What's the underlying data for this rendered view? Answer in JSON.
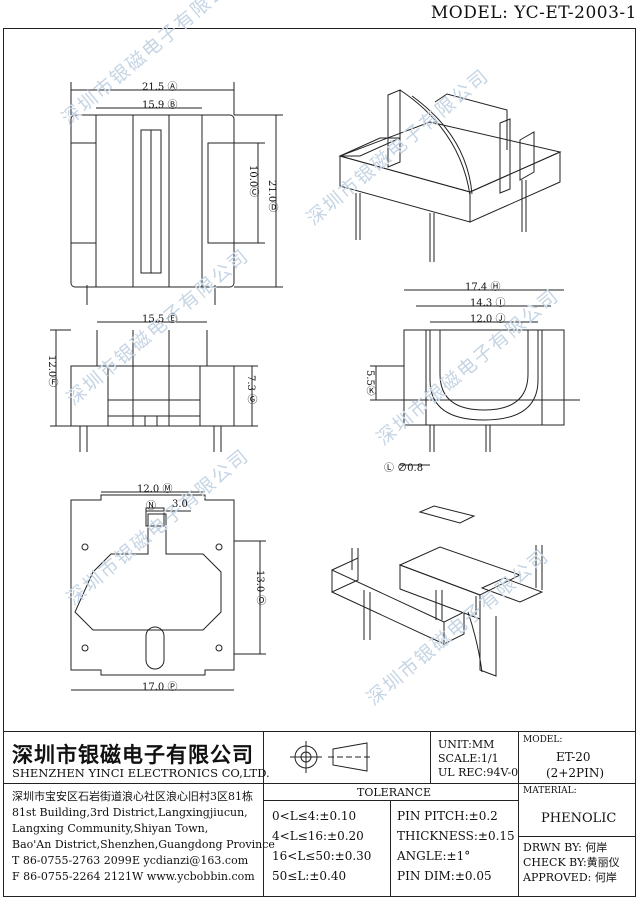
{
  "header": {
    "model": "MODEL: YC-ET-2003-1"
  },
  "watermark": "深圳市银磁电子有限公司",
  "dims": {
    "A": "21.5 Ⓐ",
    "B": "15.9 Ⓑ",
    "C": "10.0Ⓒ",
    "D": "21.0Ⓓ",
    "E": "15.5 Ⓔ",
    "F": "12.0Ⓕ",
    "G": "7.3 Ⓖ",
    "H": "17.4 Ⓗ",
    "I": "14.3 Ⓘ",
    "J": "12.0 Ⓙ",
    "K": "5.5Ⓚ",
    "L": "Ⓛ ∅0.8",
    "M": "12.0 Ⓜ",
    "N": "Ⓝ",
    "N_val": "3.0",
    "O": "13.0 Ⓞ",
    "P": "17.0 Ⓟ"
  },
  "company": {
    "cn": "深圳市银磁电子有限公司",
    "en": "SHENZHEN YINCI ELECTRONICS CO,LTD.",
    "address": [
      "深圳市宝安区石岩街道浪心社区浪心旧村3区81栋",
      "81st Building,3rd District,Langxingjiucun,",
      "Langxing Community,Shiyan Town,",
      "Bao'An District,Shenzhen,Guangdong Province"
    ],
    "tel": "T 86-0755-2763 2099",
    "email": "E ycdianzi@163.com",
    "fax": "F 86-0755-2264 2121",
    "web": "W www.ycbobbin.com"
  },
  "specs": {
    "unit": "UNIT:MM",
    "scale": "SCALE:1/1",
    "ul": "UL REC:94V-0"
  },
  "model_box": {
    "label": "MODEL:",
    "name": "ET-20",
    "pins": "(2+2PIN)"
  },
  "material": {
    "label": "MATERIAL:",
    "value": "PHENOLIC"
  },
  "tolerance": {
    "title": "TOLERANCE",
    "left": [
      "0<L≤4:±0.10",
      "4<L≤16:±0.20",
      "16<L≤50:±0.30",
      "50≤L:±0.40"
    ],
    "right": [
      "PIN PITCH:±0.2",
      "THICKNESS:±0.15",
      "ANGLE:±1°",
      "PIN DIM:±0.05"
    ]
  },
  "approval": {
    "drawn": "DRWN BY: 何岸",
    "check": "CHECK BY:黄丽仪",
    "approved": "APPROVED: 何岸"
  }
}
